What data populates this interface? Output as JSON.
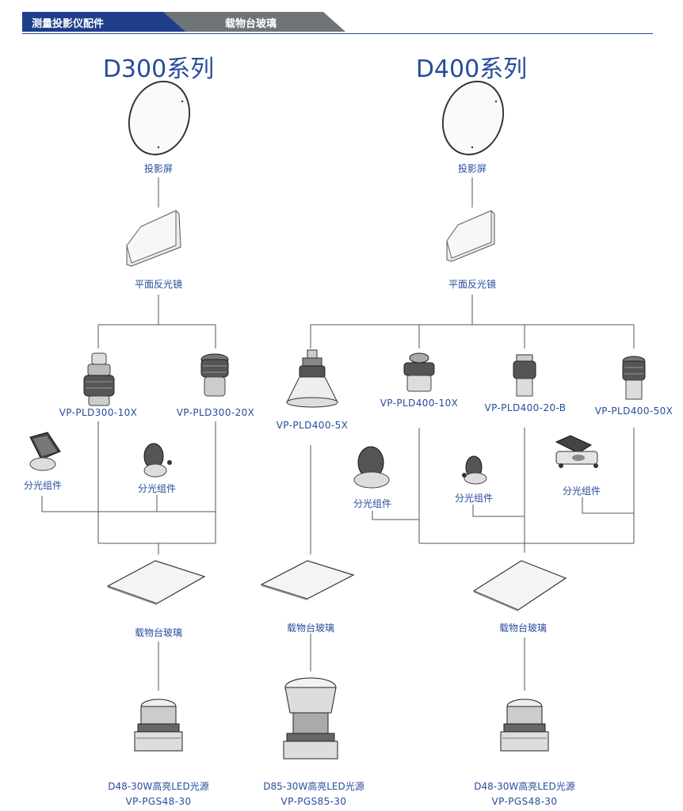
{
  "header": {
    "tab_category": "测量投影仪配件",
    "tab_section": "载物台玻璃"
  },
  "d300": {
    "title": "D300系列",
    "screen": "投影屏",
    "mirror": "平面反光镜",
    "lens_10x": "VP-PLD300-10X",
    "lens_20x": "VP-PLD300-20X",
    "beam_splitter_1": "分光组件",
    "beam_splitter_2": "分光组件",
    "stage_glass": "载物台玻璃",
    "light_source_name": "D48-30W高亮LED光源",
    "light_source_model": "VP-PGS48-30"
  },
  "d400": {
    "title": "D400系列",
    "screen": "投影屏",
    "mirror": "平面反光镜",
    "lens_5x": "VP-PLD400-5X",
    "lens_10x": "VP-PLD400-10X",
    "lens_20b": "VP-PLD400-20-B",
    "lens_50x": "VP-PLD400-50X",
    "beam_splitter_1": "分光组件",
    "beam_splitter_2": "分光组件",
    "beam_splitter_3": "分光组件",
    "stage_glass_1": "载物台玻璃",
    "stage_glass_2": "载物台玻璃",
    "light_source_1_name": "D85-30W高亮LED光源",
    "light_source_1_model": "VP-PGS85-30",
    "light_source_2_name": "D48-30W高亮LED光源",
    "light_source_2_model": "VP-PGS48-30"
  },
  "colors": {
    "brand_blue": "#284c9c",
    "tab_dark_blue": "#1e3e8c",
    "tab_gray": "#6f7478",
    "line": "#555555"
  }
}
